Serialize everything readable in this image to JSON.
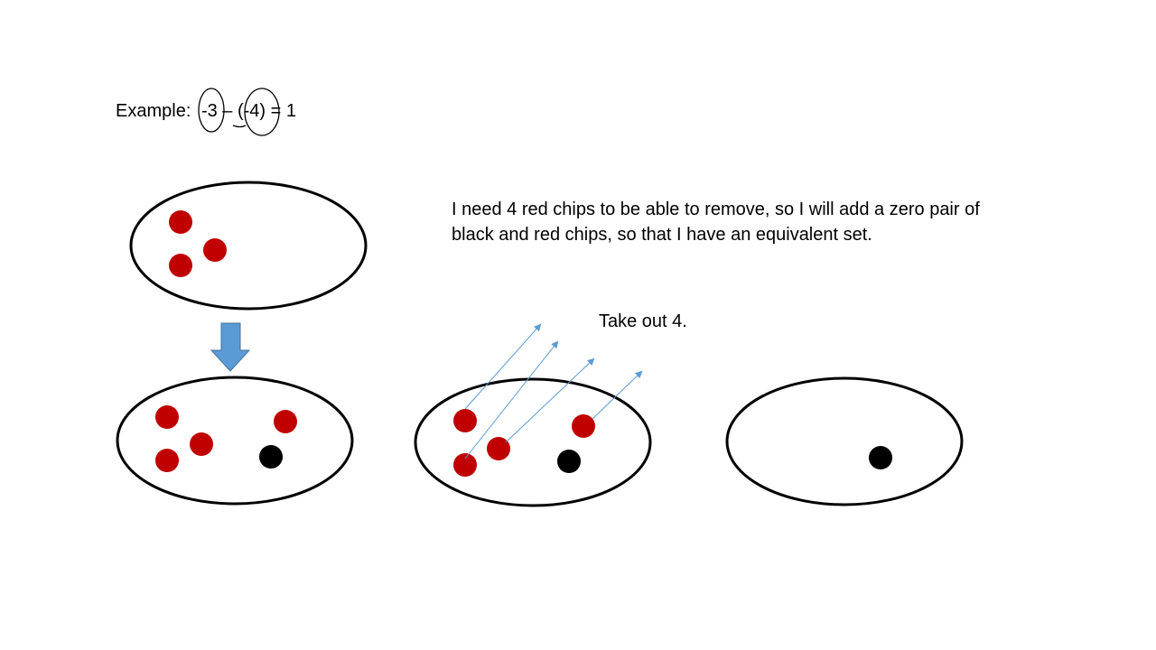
{
  "example": {
    "label": "Example:",
    "a": "-3",
    "op": "–",
    "b": "(-4)",
    "result": "= 1"
  },
  "explanation": {
    "line1": "I need 4 red chips to be able to remove, so I will add a zero pair of",
    "line2": "black and red chips, so that I have an equivalent set."
  },
  "take_out": "Take out 4.",
  "colors": {
    "red_chip": "#c00000",
    "black_chip": "#000000",
    "arrow": "#5b9bd5",
    "outline": "#000000"
  }
}
